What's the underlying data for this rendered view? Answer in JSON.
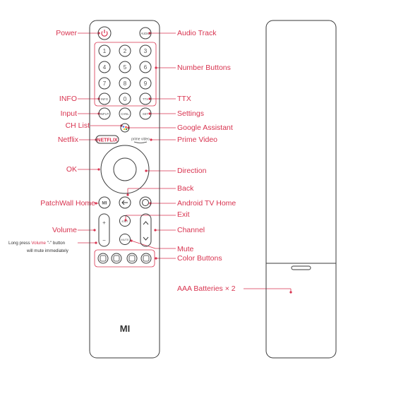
{
  "callouts": {
    "power": "Power",
    "audio_track": "Audio Track",
    "number_buttons": "Number Buttons",
    "info": "INFO",
    "ttx": "TTX",
    "input": "Input",
    "settings": "Settings",
    "ch_list": "CH List",
    "google_assistant": "Google Assistant",
    "netflix": "Netflix",
    "prime_video": "Prime Video",
    "ok": "OK",
    "direction": "Direction",
    "back": "Back",
    "patchwall_home": "PatchWall Home",
    "android_tv_home": "Android TV Home",
    "exit": "Exit",
    "volume": "Volume",
    "channel": "Channel",
    "mute": "Mute",
    "color_buttons": "Color Buttons",
    "batteries": "AAA Batteries × 2"
  },
  "volume_note": {
    "prefix": "Long press ",
    "highlight": "Volume",
    "middle": " \"-\" button",
    "line2": "will mute immediately"
  },
  "buttons": {
    "audio": "AUDIO",
    "digits": [
      "1",
      "2",
      "3",
      "4",
      "5",
      "6",
      "7",
      "8",
      "9",
      "0"
    ],
    "info": "INFO",
    "ttx": "TTX",
    "input": "INPUT",
    "chnl": "CHNL",
    "set": "SET",
    "netflix": "NETFLIX",
    "prime": "prime video",
    "mi": "MI",
    "exit": "EXIT",
    "mute": "MUTE",
    "plus": "+",
    "minus": "−",
    "logo": "MI"
  },
  "colors": {
    "accent": "#d8334f",
    "outline": "#3a3a3a",
    "note_text": "#333333"
  }
}
